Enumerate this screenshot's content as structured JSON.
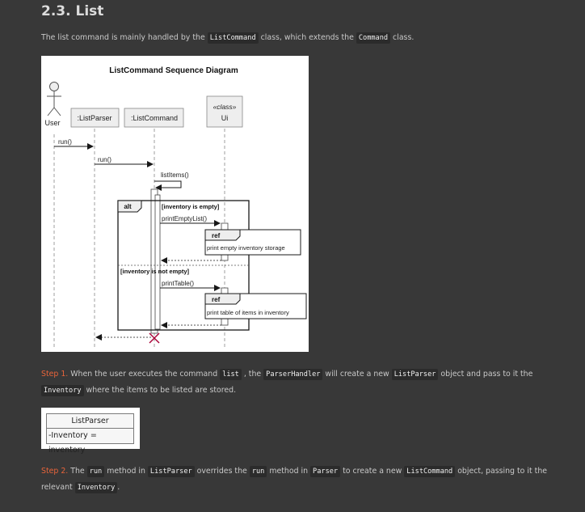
{
  "section": {
    "heading": "2.3. List"
  },
  "intro": {
    "t1": "The list command is mainly handled by the ",
    "c1": "ListCommand",
    "t2": " class, which extends the ",
    "c2": "Command",
    "t3": " class."
  },
  "diagram": {
    "title": "ListCommand Sequence Diagram",
    "actor": "User",
    "participants": {
      "list_parser": ":ListParser",
      "list_command": ":ListCommand",
      "ui_stereotype": "«class»",
      "ui": "Ui"
    },
    "messages": {
      "run_user": "run()",
      "run_parser": "run()",
      "list_items": "listItems()",
      "print_empty_list": "printEmptyList()",
      "print_table": "printTable()"
    },
    "alt": {
      "label": "alt",
      "guard_empty": "[inventory is empty]",
      "guard_not_empty": "[inventory is not empty]"
    },
    "refs": {
      "label": "ref",
      "empty_text": "print empty inventory storage",
      "table_text": "print table of items in inventory"
    }
  },
  "step1": {
    "label": "Step 1.",
    "t1": " When the user executes the command ",
    "c1": "list",
    "t2": " , the ",
    "c2": "ParserHandler",
    "t3": " will create a new ",
    "c3": "ListParser",
    "t4": " object and pass to it the ",
    "c4": "Inventory",
    "t5": " where the items to be listed are stored."
  },
  "class_diagram": {
    "class_name": "ListParser",
    "attribute": "-Inventory = inventory"
  },
  "step2": {
    "label": "Step 2.",
    "t1": " The ",
    "c1": "run",
    "t2": " method in ",
    "c2": "ListParser",
    "t3": " overrides the ",
    "c3": "run",
    "t4": " method in ",
    "c4": "Parser",
    "t5": " to create a new ",
    "c5": "ListCommand",
    "t6": " object, passing to it the relevant ",
    "c6": "Inventory",
    "t7": "."
  },
  "colors": {
    "page_background": "#383838",
    "text": "#c8c8c8",
    "step_label": "#e8643a",
    "code_background": "#2b2b2b",
    "participant_fill": "#eeeeee",
    "destroy_mark": "#a80036"
  }
}
